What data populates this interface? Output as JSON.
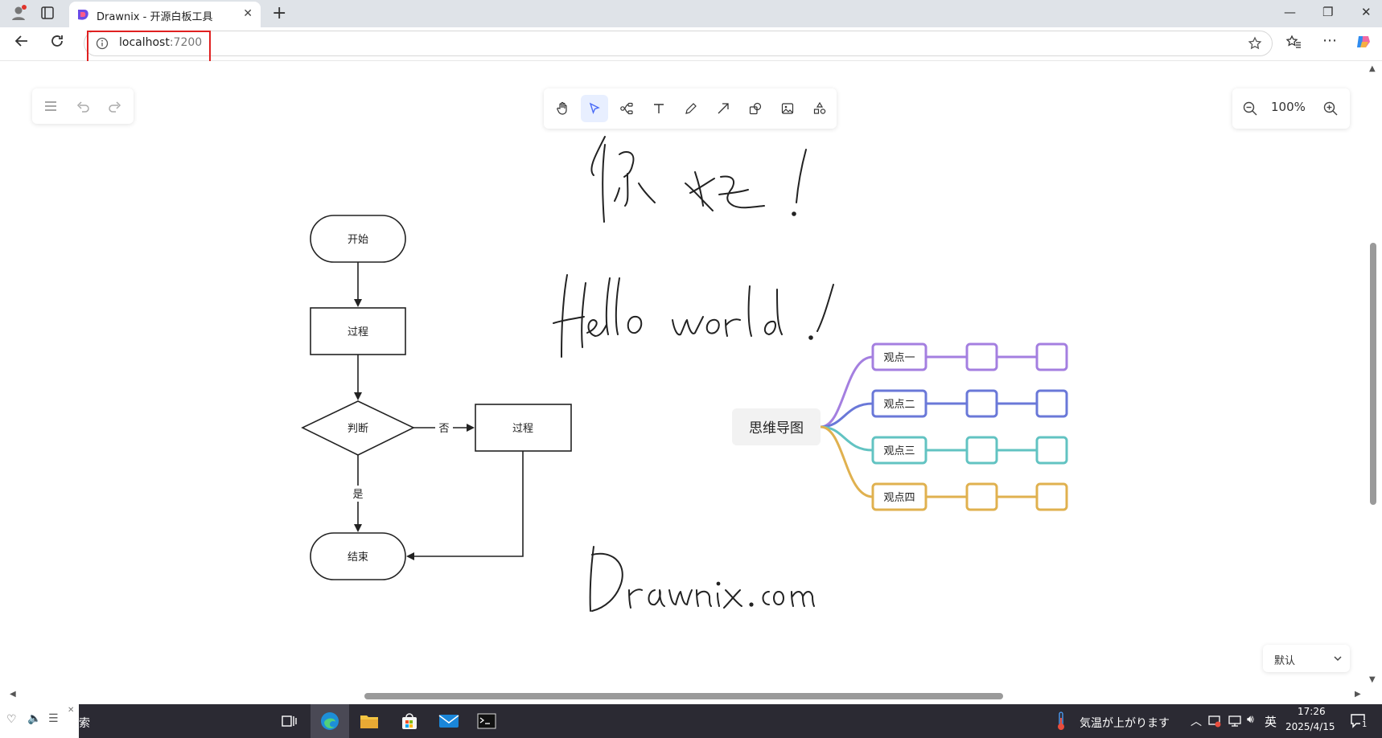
{
  "browser": {
    "tab_title": "Drawnix - 开源白板工具",
    "url_host": "localhost",
    "url_port": ":7200",
    "new_tab": "+",
    "tab_close": "✕"
  },
  "toolbar": {
    "zoom": "100%",
    "tools": [
      "hand-tool",
      "select-tool",
      "mind-tool",
      "text-tool",
      "pen-tool",
      "arrow-tool",
      "shape-tool",
      "image-tool",
      "extra-tools"
    ],
    "active_tool": "select-tool"
  },
  "theme_select": {
    "value": "默认"
  },
  "flowchart": {
    "start": "开始",
    "process1": "过程",
    "decision": "判断",
    "no_label": "否",
    "process2": "过程",
    "yes_label": "是",
    "end": "结束"
  },
  "mindmap": {
    "root": "思维导图",
    "branches": [
      {
        "label": "观点一",
        "color": "#a47fe0"
      },
      {
        "label": "观点二",
        "color": "#6a78d8"
      },
      {
        "label": "观点三",
        "color": "#62c3c2"
      },
      {
        "label": "观点四",
        "color": "#e0b14f"
      }
    ]
  },
  "handwriting": {
    "line1": "你好！",
    "line2": "Hello world !",
    "line3": "Drawnix.com"
  },
  "taskbar": {
    "search_fragment": "搜索",
    "weather": "気温が上がります",
    "ime": "英",
    "time": "17:26",
    "date": "2025/4/15",
    "notifications": "1"
  }
}
